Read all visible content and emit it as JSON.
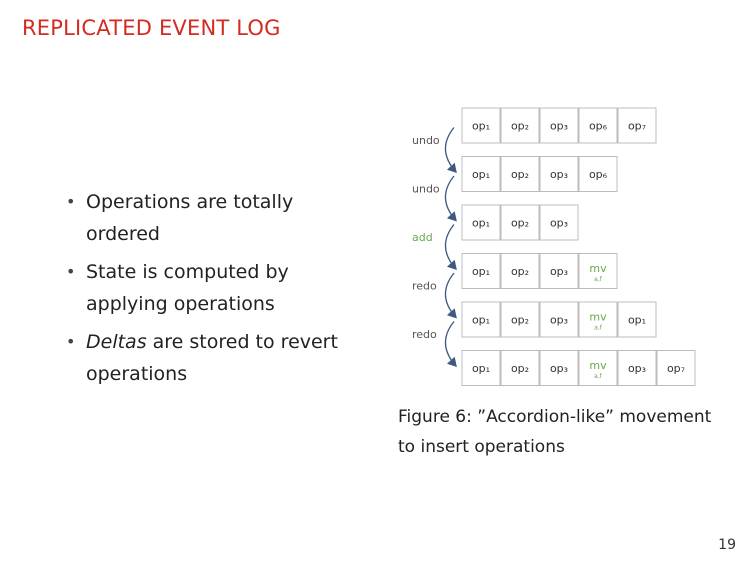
{
  "slide": {
    "title": "REPLICATED EVENT LOG",
    "page_number": "19"
  },
  "bullets": [
    {
      "prefix": "",
      "emph": "",
      "text": "Operations are totally ordered"
    },
    {
      "prefix": "",
      "emph": "",
      "text": "State is computed by applying operations"
    },
    {
      "prefix": "",
      "emph": "Deltas",
      "text": " are stored to revert operations"
    }
  ],
  "figure": {
    "caption_label": "Figure 6:",
    "caption_text": " ”Accordion-like” movement to insert operations",
    "rows": [
      {
        "cells": [
          {
            "label": "op₁",
            "type": "op"
          },
          {
            "label": "op₂",
            "type": "op"
          },
          {
            "label": "op₃",
            "type": "op"
          },
          {
            "label": "op₆",
            "type": "op"
          },
          {
            "label": "op₇",
            "type": "op"
          }
        ]
      },
      {
        "cells": [
          {
            "label": "op₁",
            "type": "op"
          },
          {
            "label": "op₂",
            "type": "op"
          },
          {
            "label": "op₃",
            "type": "op"
          },
          {
            "label": "op₆",
            "type": "op"
          }
        ]
      },
      {
        "cells": [
          {
            "label": "op₁",
            "type": "op"
          },
          {
            "label": "op₂",
            "type": "op"
          },
          {
            "label": "op₃",
            "type": "op"
          }
        ]
      },
      {
        "cells": [
          {
            "label": "op₁",
            "type": "op"
          },
          {
            "label": "op₂",
            "type": "op"
          },
          {
            "label": "op₃",
            "type": "op"
          },
          {
            "label": "mv",
            "sub": "a,f",
            "type": "new"
          }
        ]
      },
      {
        "cells": [
          {
            "label": "op₁",
            "type": "op"
          },
          {
            "label": "op₂",
            "type": "op"
          },
          {
            "label": "op₃",
            "type": "op"
          },
          {
            "label": "mv",
            "sub": "a,f",
            "type": "new"
          },
          {
            "label": "op₁",
            "type": "op"
          }
        ]
      },
      {
        "cells": [
          {
            "label": "op₁",
            "type": "op"
          },
          {
            "label": "op₂",
            "type": "op"
          },
          {
            "label": "op₃",
            "type": "op"
          },
          {
            "label": "mv",
            "sub": "a,f",
            "type": "new"
          },
          {
            "label": "op₃",
            "type": "op"
          },
          {
            "label": "op₇",
            "type": "op"
          }
        ]
      }
    ],
    "transitions": [
      {
        "label": "undo",
        "color": "#555555"
      },
      {
        "label": "undo",
        "color": "#555555"
      },
      {
        "label": "add",
        "color": "#6aa84f"
      },
      {
        "label": "redo",
        "color": "#555555"
      },
      {
        "label": "redo",
        "color": "#555555"
      }
    ],
    "colors": {
      "cell_border": "#bcbcbc",
      "op_text": "#333333",
      "new_text": "#6aa84f",
      "arrow": "#3d5a80"
    }
  }
}
